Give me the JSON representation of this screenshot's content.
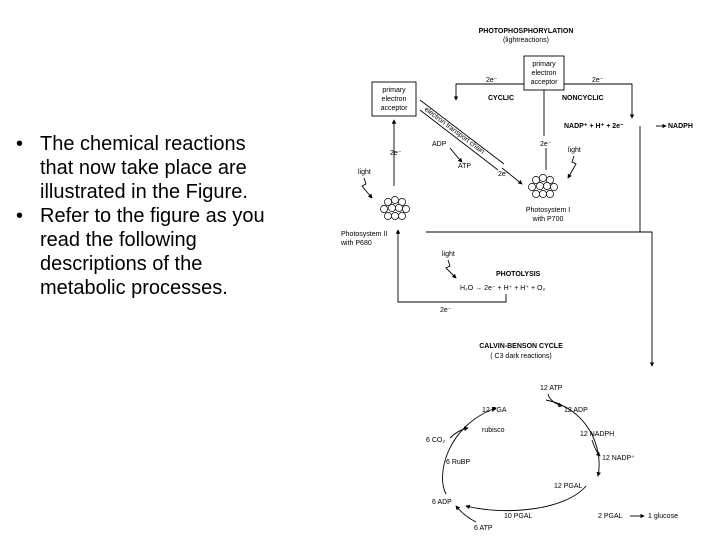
{
  "bullets": [
    {
      "text": "The chemical reactions that now take place are illustrated in the Figure.",
      "lines": [
        "The chemical reactions",
        "that now take place are",
        "illustrated in the Figure."
      ]
    },
    {
      "text": "Refer to the figure as you read the following descriptions of the metabolic processes.",
      "lines": [
        "Refer to the figure as you",
        "read the following",
        "descriptions of the",
        "metabolic processes."
      ]
    }
  ],
  "bullet_glyph": "•",
  "diagram": {
    "photophos_title": "PHOTOPHOSPHORYLATION",
    "photophos_sub": "(lightreactions)",
    "acceptor_right": [
      "primary",
      "electron",
      "acceptor"
    ],
    "acceptor_left": [
      "primary",
      "electron",
      "acceptor"
    ],
    "e_label": "2e⁻",
    "cyclic": "CYCLIC",
    "noncyclic": "NONCYCLIC",
    "nadp_eq": "NADP⁺ + H⁺ + 2e⁻",
    "nadph": "NADPH",
    "adp": "ADP",
    "atp": "ATP",
    "etc": "electron transport chain",
    "light": "light",
    "ps1": [
      "Photosystem I",
      "with P700"
    ],
    "ps2": [
      "Photosystem II",
      "with P680"
    ],
    "photolysis": "PHOTOLYSIS",
    "photolysis_eq": "H₂O → 2e⁻ + H⁺ + H⁺ + O₂",
    "calvin_title": "CALVIN-BENSON CYCLE",
    "calvin_sub": "( C3 dark reactions)",
    "atp12": "12 ATP",
    "adp12": "12 ADP",
    "pga12": "12 PGA",
    "rubisco": "rubisco",
    "co2": "6 CO₂",
    "nadph12": "12 NADPH",
    "nadp12": "12 NADP⁺",
    "rubp6": "6 RuBP",
    "pgal12": "12 PGAL",
    "adp6": "6 ADP",
    "atp6": "6 ATP",
    "pgal10": "10 PGAL",
    "pgal2": "2 PGAL",
    "glucose": "1 glucose"
  }
}
